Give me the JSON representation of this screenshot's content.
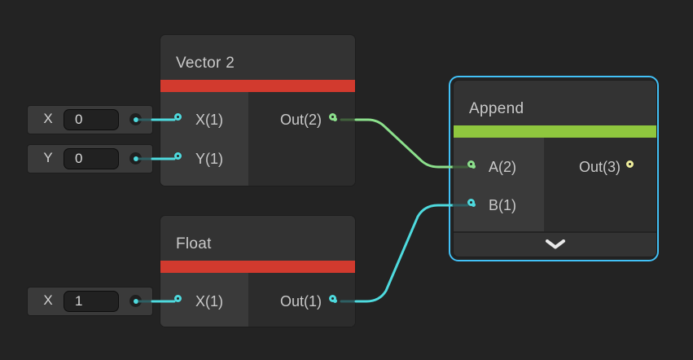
{
  "colors": {
    "background": "#232323",
    "node-header": "#333333",
    "node-left": "#3a3a3a",
    "node-right": "#2c2c2c",
    "red-bar": "#d23a2e",
    "green-bar": "#8fc73e",
    "port-cyan": "#4edade",
    "port-green": "#8ce08c",
    "port-yellow": "#efee9c",
    "selection-blue": "#42c1f7",
    "edge-cyan": "#4edade",
    "edge-green": "#8ce08c",
    "edge-cyan-dim": "#2e5f63",
    "edge-green-dim": "#41603c",
    "text": "#c9c9c9"
  },
  "nodes": {
    "vector2": {
      "title": "Vector 2",
      "inputs": [
        {
          "label": "X(1)"
        },
        {
          "label": "Y(1)"
        }
      ],
      "outputs": [
        {
          "label": "Out(2)"
        }
      ]
    },
    "float": {
      "title": "Float",
      "inputs": [
        {
          "label": "X(1)"
        }
      ],
      "outputs": [
        {
          "label": "Out(1)"
        }
      ]
    },
    "append": {
      "title": "Append",
      "selected": true,
      "inputs": [
        {
          "label": "A(2)"
        },
        {
          "label": "B(1)"
        }
      ],
      "outputs": [
        {
          "label": "Out(3)"
        }
      ],
      "footer_icon": "chevron-down-icon"
    }
  },
  "inline_inputs": [
    {
      "label": "X",
      "value": "0"
    },
    {
      "label": "Y",
      "value": "0"
    },
    {
      "label": "X",
      "value": "1"
    }
  ],
  "edges": [
    {
      "from": "vector2.Out(2)",
      "to": "append.A(2)",
      "color": "green"
    },
    {
      "from": "float.Out(1)",
      "to": "append.B(1)",
      "color": "cyan"
    }
  ]
}
